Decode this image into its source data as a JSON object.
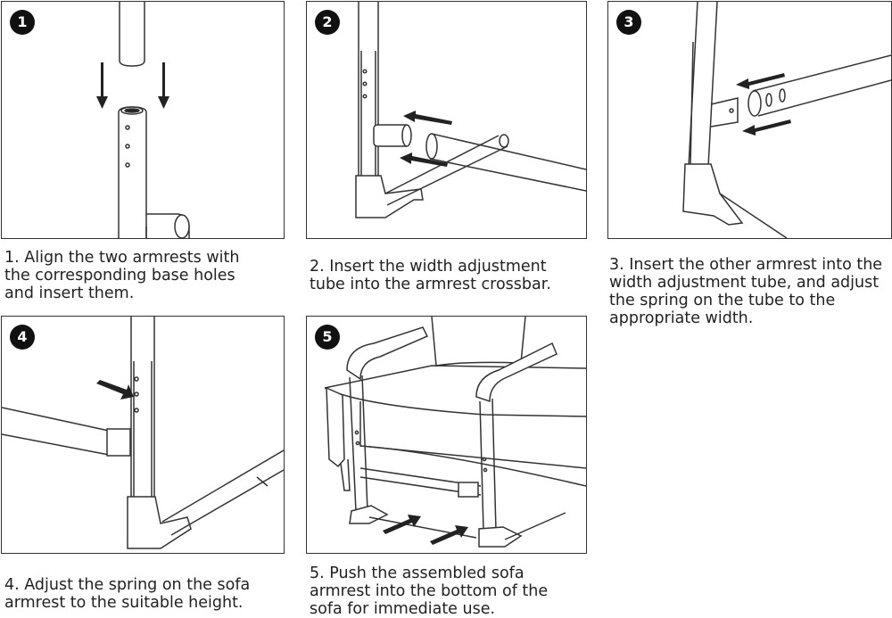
{
  "steps": [
    {
      "number": "1",
      "lines": [
        "1. Align the two armrests with",
        "the corresponding base holes",
        "and insert them."
      ]
    },
    {
      "number": "2",
      "lines": [
        "2. Insert the width adjustment",
        "tube into the armrest crossbar."
      ]
    },
    {
      "number": "3",
      "lines": [
        "3. Insert the other armrest into the",
        "width adjustment tube, and adjust",
        "the spring on the tube to the",
        "appropriate width."
      ]
    },
    {
      "number": "4",
      "lines": [
        "4. Adjust the spring on the sofa",
        "armrest to the suitable height."
      ]
    },
    {
      "number": "5",
      "lines": [
        "5. Push the assembled sofa",
        "armrest into the bottom of the",
        "sofa for immediate use."
      ]
    }
  ]
}
